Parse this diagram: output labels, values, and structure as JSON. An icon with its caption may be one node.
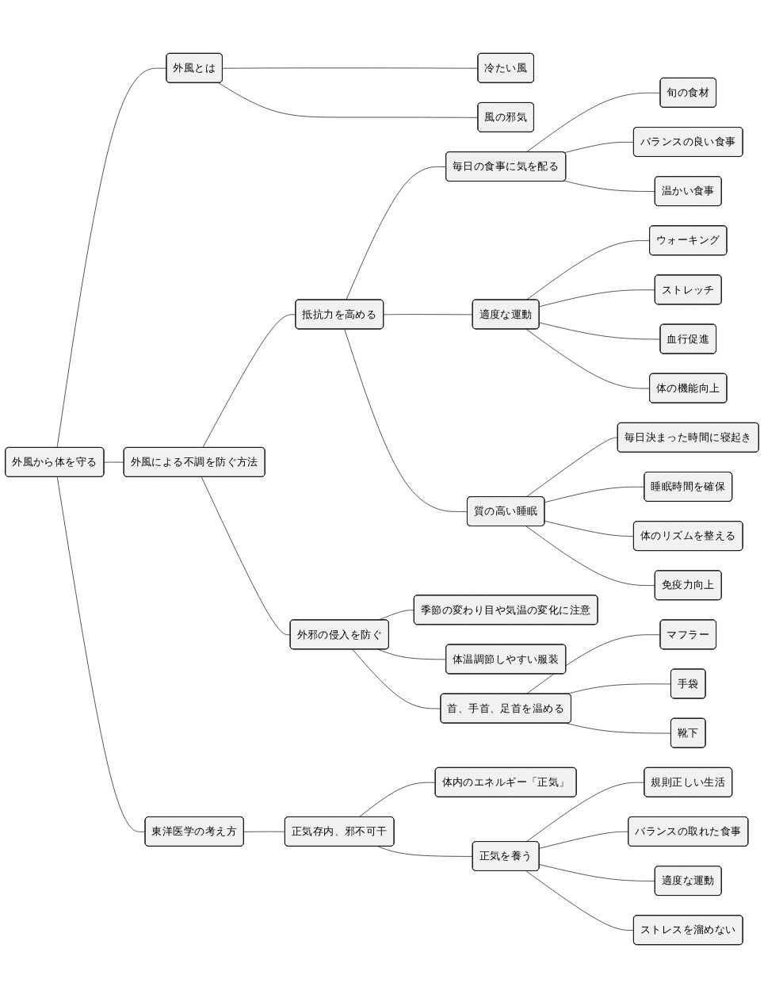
{
  "diagram": {
    "nodes": [
      {
        "text": [
          "外風から体を守る"
        ]
      },
      {
        "text": [
          "外風とは"
        ]
      },
      {
        "text": [
          "冷たい風"
        ]
      },
      {
        "text": [
          "風の邪気"
        ]
      },
      {
        "text": [
          "外風による不調を防ぐ方法"
        ]
      },
      {
        "text": [
          "抵抗力を高める"
        ]
      },
      {
        "text": [
          "毎日の食事に気を配る"
        ]
      },
      {
        "text": [
          "旬の食材"
        ]
      },
      {
        "text": [
          "バランスの良い食事"
        ]
      },
      {
        "text": [
          "温かい食事"
        ]
      },
      {
        "text": [
          "適度な運動"
        ]
      },
      {
        "text": [
          "ウォーキング"
        ]
      },
      {
        "text": [
          "ストレッチ"
        ]
      },
      {
        "text": [
          "血行促進"
        ]
      },
      {
        "text": [
          "体の機能向上"
        ]
      },
      {
        "text": [
          "質の高い睡眠"
        ]
      },
      {
        "text": [
          "毎日決まった時間に寝起き"
        ]
      },
      {
        "text": [
          "睡眠時間を確保"
        ]
      },
      {
        "text": [
          "体のリズムを整える"
        ]
      },
      {
        "text": [
          "免疫力向上"
        ]
      },
      {
        "text": [
          "外邪の侵入を防ぐ"
        ]
      },
      {
        "text": [
          "季節の変わり目や気温の変化に注意"
        ]
      },
      {
        "text": [
          "体温調節しやすい服装"
        ]
      },
      {
        "text": [
          "首、手首、足首を温める"
        ]
      },
      {
        "text": [
          "マフラー"
        ]
      },
      {
        "text": [
          "手袋"
        ]
      },
      {
        "text": [
          "靴下"
        ]
      },
      {
        "text": [
          "東洋医学の考え方"
        ]
      },
      {
        "text": [
          "正気存内、邪不可干"
        ]
      },
      {
        "text": [
          "体内のエネルギー「正気」"
        ]
      },
      {
        "text": [
          "正気を養う"
        ]
      },
      {
        "text": [
          "規則正しい生活"
        ]
      },
      {
        "text": [
          "バランスの取れた食事"
        ]
      },
      {
        "text": [
          "適度な運動"
        ]
      },
      {
        "text": [
          "ストレスを溜めない"
        ]
      }
    ],
    "edges": [
      {
        "from": 0,
        "to": 1,
        "arrow": "none"
      },
      {
        "from": 1,
        "to": 2,
        "arrow": "none"
      },
      {
        "from": 1,
        "to": 3,
        "arrow": "none"
      },
      {
        "from": 0,
        "to": 4,
        "arrow": "none"
      },
      {
        "from": 4,
        "to": 5,
        "arrow": "none"
      },
      {
        "from": 5,
        "to": 6,
        "arrow": "none"
      },
      {
        "from": 6,
        "to": 7,
        "arrow": "none"
      },
      {
        "from": 6,
        "to": 8,
        "arrow": "none"
      },
      {
        "from": 6,
        "to": 9,
        "arrow": "none"
      },
      {
        "from": 5,
        "to": 10,
        "arrow": "none"
      },
      {
        "from": 10,
        "to": 11,
        "arrow": "none"
      },
      {
        "from": 10,
        "to": 12,
        "arrow": "none"
      },
      {
        "from": 10,
        "to": 13,
        "arrow": "none"
      },
      {
        "from": 10,
        "to": 14,
        "arrow": "none"
      },
      {
        "from": 5,
        "to": 15,
        "arrow": "none"
      },
      {
        "from": 15,
        "to": 16,
        "arrow": "none"
      },
      {
        "from": 15,
        "to": 17,
        "arrow": "none"
      },
      {
        "from": 15,
        "to": 18,
        "arrow": "none"
      },
      {
        "from": 15,
        "to": 19,
        "arrow": "none"
      },
      {
        "from": 4,
        "to": 20,
        "arrow": "none"
      },
      {
        "from": 20,
        "to": 21,
        "arrow": "none"
      },
      {
        "from": 20,
        "to": 22,
        "arrow": "none"
      },
      {
        "from": 20,
        "to": 23,
        "arrow": "none"
      },
      {
        "from": 23,
        "to": 24,
        "arrow": "none"
      },
      {
        "from": 23,
        "to": 25,
        "arrow": "none"
      },
      {
        "from": 23,
        "to": 26,
        "arrow": "none"
      },
      {
        "from": 0,
        "to": 27,
        "arrow": "none"
      },
      {
        "from": 27,
        "to": 28,
        "arrow": "none"
      },
      {
        "from": 28,
        "to": 29,
        "arrow": "none"
      },
      {
        "from": 28,
        "to": 30,
        "arrow": "none"
      },
      {
        "from": 30,
        "to": 31,
        "arrow": "none"
      },
      {
        "from": 30,
        "to": 32,
        "arrow": "none"
      },
      {
        "from": 30,
        "to": 33,
        "arrow": "none"
      },
      {
        "from": 30,
        "to": 34,
        "arrow": "none"
      }
    ]
  }
}
